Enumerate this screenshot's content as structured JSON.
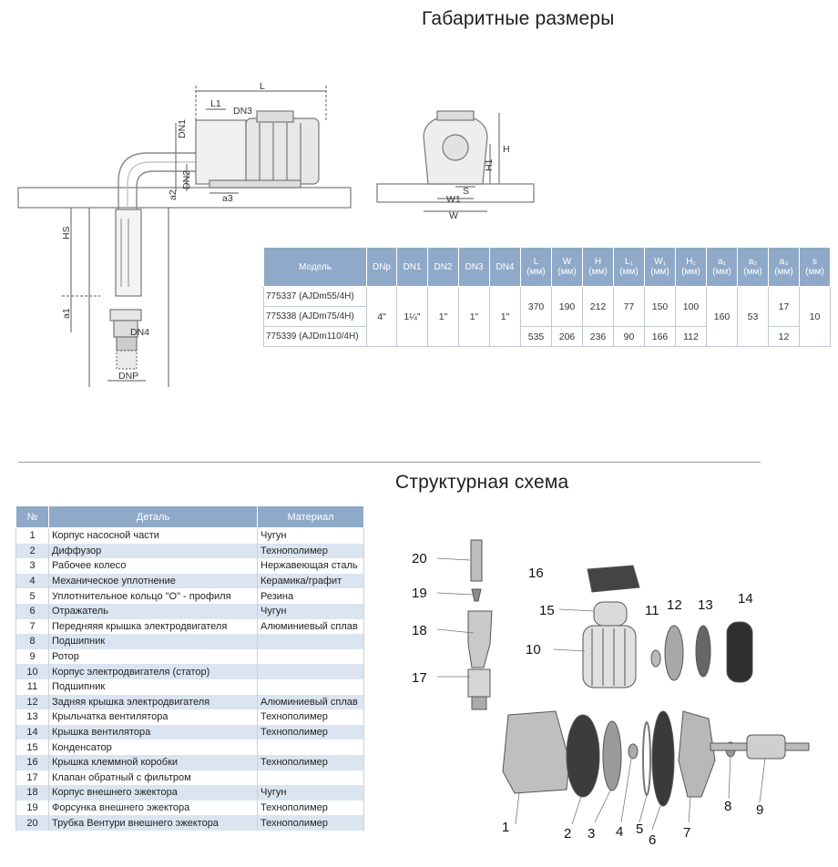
{
  "titles": {
    "dimensions": "Габаритные размеры",
    "structure": "Структурная схема"
  },
  "drawing_labels": {
    "L": "L",
    "L1": "L1",
    "DN3": "DN3",
    "DN1": "DN1",
    "DN2": "DN2",
    "a2": "a2",
    "a3": "a3",
    "HS": "HS",
    "a1": "a1",
    "DN4": "DN4",
    "DNP": "DNP",
    "H": "H",
    "H1": "H1",
    "S": "S",
    "W1": "W1",
    "W": "W"
  },
  "dims_table": {
    "headers": [
      {
        "main": "Модель",
        "sub": ""
      },
      {
        "main": "DNp",
        "sub": ""
      },
      {
        "main": "DN1",
        "sub": ""
      },
      {
        "main": "DN2",
        "sub": ""
      },
      {
        "main": "DN3",
        "sub": ""
      },
      {
        "main": "DN4",
        "sub": ""
      },
      {
        "main": "L",
        "sub": "(мм)"
      },
      {
        "main": "W",
        "sub": "(мм)"
      },
      {
        "main": "H",
        "sub": "(мм)"
      },
      {
        "main": "L₁",
        "sub": "(мм)"
      },
      {
        "main": "W₁",
        "sub": "(мм)"
      },
      {
        "main": "H₁",
        "sub": "(мм)"
      },
      {
        "main": "a₁",
        "sub": "(мм)"
      },
      {
        "main": "a₂",
        "sub": "(мм)"
      },
      {
        "main": "a₃",
        "sub": "(мм)"
      },
      {
        "main": "s",
        "sub": "(мм)"
      }
    ],
    "models": [
      "775337 (AJDm55/4H)",
      "775338 (AJDm75/4H)",
      "775339 (AJDm110/4H)"
    ],
    "shared": {
      "DNp": "4\"",
      "DN1": "1¼\"",
      "DN2": "1\"",
      "DN3": "1\"",
      "DN4": "1\"",
      "a1": "160",
      "a2": "53",
      "s": "10"
    },
    "group_small": {
      "L": "370",
      "W": "190",
      "H": "212",
      "L1": "77",
      "W1": "150",
      "H1": "100",
      "a3": "17"
    },
    "group_large": {
      "L": "535",
      "W": "206",
      "H": "236",
      "L1": "90",
      "W1": "166",
      "H1": "112",
      "a3": "12"
    }
  },
  "parts_table": {
    "headers": [
      "№",
      "Деталь",
      "Материал"
    ],
    "rows": [
      {
        "n": "1",
        "part": "Корпус насосной части",
        "mat": "Чугун"
      },
      {
        "n": "2",
        "part": "Диффузор",
        "mat": "Технополимер"
      },
      {
        "n": "3",
        "part": "Рабочее колесо",
        "mat": "Нержавеющая сталь"
      },
      {
        "n": "4",
        "part": "Механическое уплотнение",
        "mat": "Керамика/графит"
      },
      {
        "n": "5",
        "part": "Уплотнительное кольцо \"О\" - профиля",
        "mat": "Резина"
      },
      {
        "n": "6",
        "part": "Отражатель",
        "mat": "Чугун"
      },
      {
        "n": "7",
        "part": "Передняяя крышка электродвигателя",
        "mat": "Алюминиевый сплав"
      },
      {
        "n": "8",
        "part": "Подшипник",
        "mat": ""
      },
      {
        "n": "9",
        "part": "Ротор",
        "mat": ""
      },
      {
        "n": "10",
        "part": "Корпус электродвигателя (статор)",
        "mat": ""
      },
      {
        "n": "11",
        "part": "Подшипник",
        "mat": ""
      },
      {
        "n": "12",
        "part": "Задняя крышка электродвигателя",
        "mat": "Алюминиевый сплав"
      },
      {
        "n": "13",
        "part": "Крыльчатка вентилятора",
        "mat": "Технополимер"
      },
      {
        "n": "14",
        "part": "Крышка вентилятора",
        "mat": "Технополимер"
      },
      {
        "n": "15",
        "part": "Конденсатор",
        "mat": ""
      },
      {
        "n": "16",
        "part": "Крышка клеммной коробки",
        "mat": "Технополимер"
      },
      {
        "n": "17",
        "part": "Клапан обратный с фильтром",
        "mat": ""
      },
      {
        "n": "18",
        "part": "Корпус внешнего эжектора",
        "mat": "Чугун"
      },
      {
        "n": "19",
        "part": "Форсунка внешнего эжектора",
        "mat": "Технополимер"
      },
      {
        "n": "20",
        "part": "Трубка Вентури внешнего эжектора",
        "mat": "Технополимер"
      }
    ]
  },
  "callouts": [
    "1",
    "2",
    "3",
    "4",
    "5",
    "6",
    "7",
    "8",
    "9",
    "10",
    "11",
    "12",
    "13",
    "14",
    "15",
    "16",
    "17",
    "18",
    "19",
    "20"
  ],
  "colors": {
    "header_blue": "#8fa9c8",
    "row_alt": "#dbe5f1",
    "drawing_gray": "#6b6b6b"
  }
}
